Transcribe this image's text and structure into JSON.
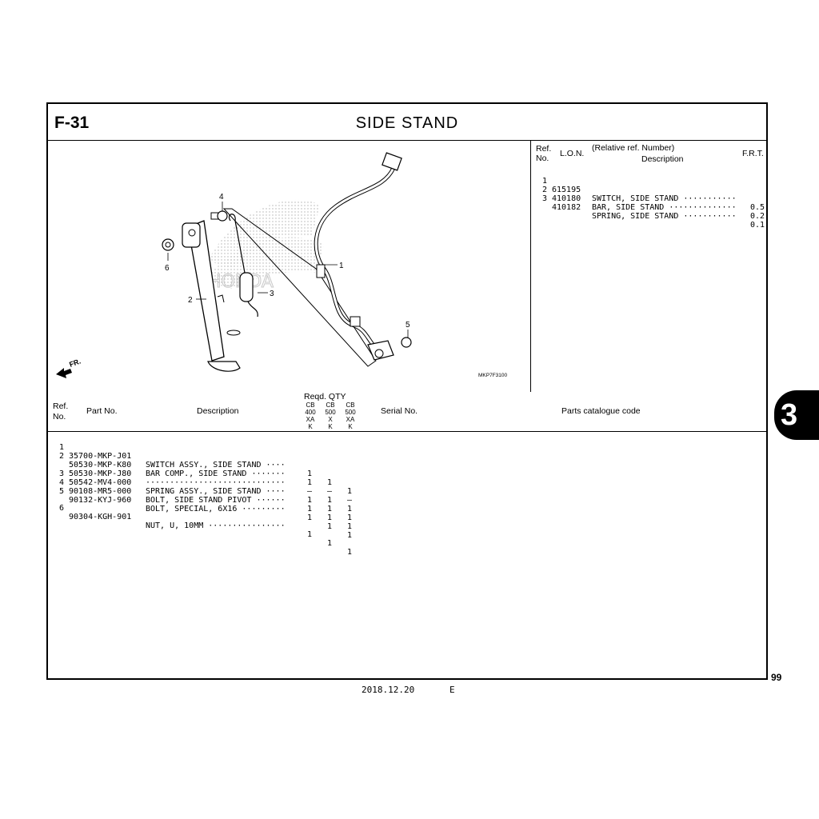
{
  "figure": {
    "number": "F-31",
    "title": "SIDE STAND"
  },
  "illustration": {
    "callouts": [
      "1",
      "2",
      "3",
      "4",
      "5",
      "6"
    ],
    "code": "MKP7F3100",
    "direction": "FR.",
    "watermark": "HONDA"
  },
  "upper_table": {
    "header": {
      "ref": "Ref.",
      "no": "No.",
      "lon": "L.O.N.",
      "relative": "(Relative ref. Number)",
      "description": "Description",
      "frt": "F.R.T."
    },
    "rows": [
      {
        "ref": "1",
        "lon": "615195",
        "description": "SWITCH, SIDE STAND ···········",
        "frt": "0.5"
      },
      {
        "ref": "2",
        "lon": "410180",
        "description": "BAR, SIDE STAND ··············",
        "frt": "0.2"
      },
      {
        "ref": "3",
        "lon": "410182",
        "description": "SPRING, SIDE STAND ···········",
        "frt": "0.1"
      }
    ]
  },
  "lower_table": {
    "header": {
      "ref": "Ref.",
      "no": "No.",
      "part_no": "Part No.",
      "description": "Description",
      "reqd_qty": "Reqd. QTY",
      "serial_no": "Serial No.",
      "catalogue": "Parts catalogue code"
    },
    "models": [
      {
        "l1": "CB",
        "l2": "400",
        "l3": "XA",
        "l4": "K"
      },
      {
        "l1": "CB",
        "l2": "500",
        "l3": "X",
        "l4": "K"
      },
      {
        "l1": "CB",
        "l2": "500",
        "l3": "XA",
        "l4": "K"
      }
    ],
    "rows": [
      {
        "ref": "1",
        "part": "35700-MKP-J01",
        "description": "SWITCH ASSY., SIDE STAND ····",
        "q1": "1",
        "q2": "1",
        "q3": "1"
      },
      {
        "ref": "2",
        "part": "50530-MKP-K80",
        "description": "BAR COMP., SIDE STAND ·······",
        "q1": "1",
        "q2": "–",
        "q3": "–"
      },
      {
        "ref": "",
        "part": "50530-MKP-J80",
        "description": "·····························",
        "q1": "–",
        "q2": "1",
        "q3": "1"
      },
      {
        "ref": "3",
        "part": "50542-MV4-000",
        "description": "SPRING ASSY., SIDE STAND ····",
        "q1": "1",
        "q2": "1",
        "q3": "1"
      },
      {
        "ref": "4",
        "part": "90108-MR5-000",
        "description": "BOLT, SIDE STAND PIVOT ······",
        "q1": "1",
        "q2": "1",
        "q3": "1"
      },
      {
        "ref": "5",
        "part": "90132-KYJ-960",
        "description": "BOLT, SPECIAL, 6X16 ·········",
        "q1": "1",
        "q2": "1",
        "q3": "1"
      },
      {
        "ref": "6",
        "part": "90304-KGH-901",
        "description": "NUT, U, 10MM ················",
        "q1": "1",
        "q2": "1",
        "q3": "1"
      }
    ]
  },
  "tab": {
    "label": "3"
  },
  "page": {
    "number": "99",
    "date": "2018.12.20",
    "edition": "E"
  }
}
